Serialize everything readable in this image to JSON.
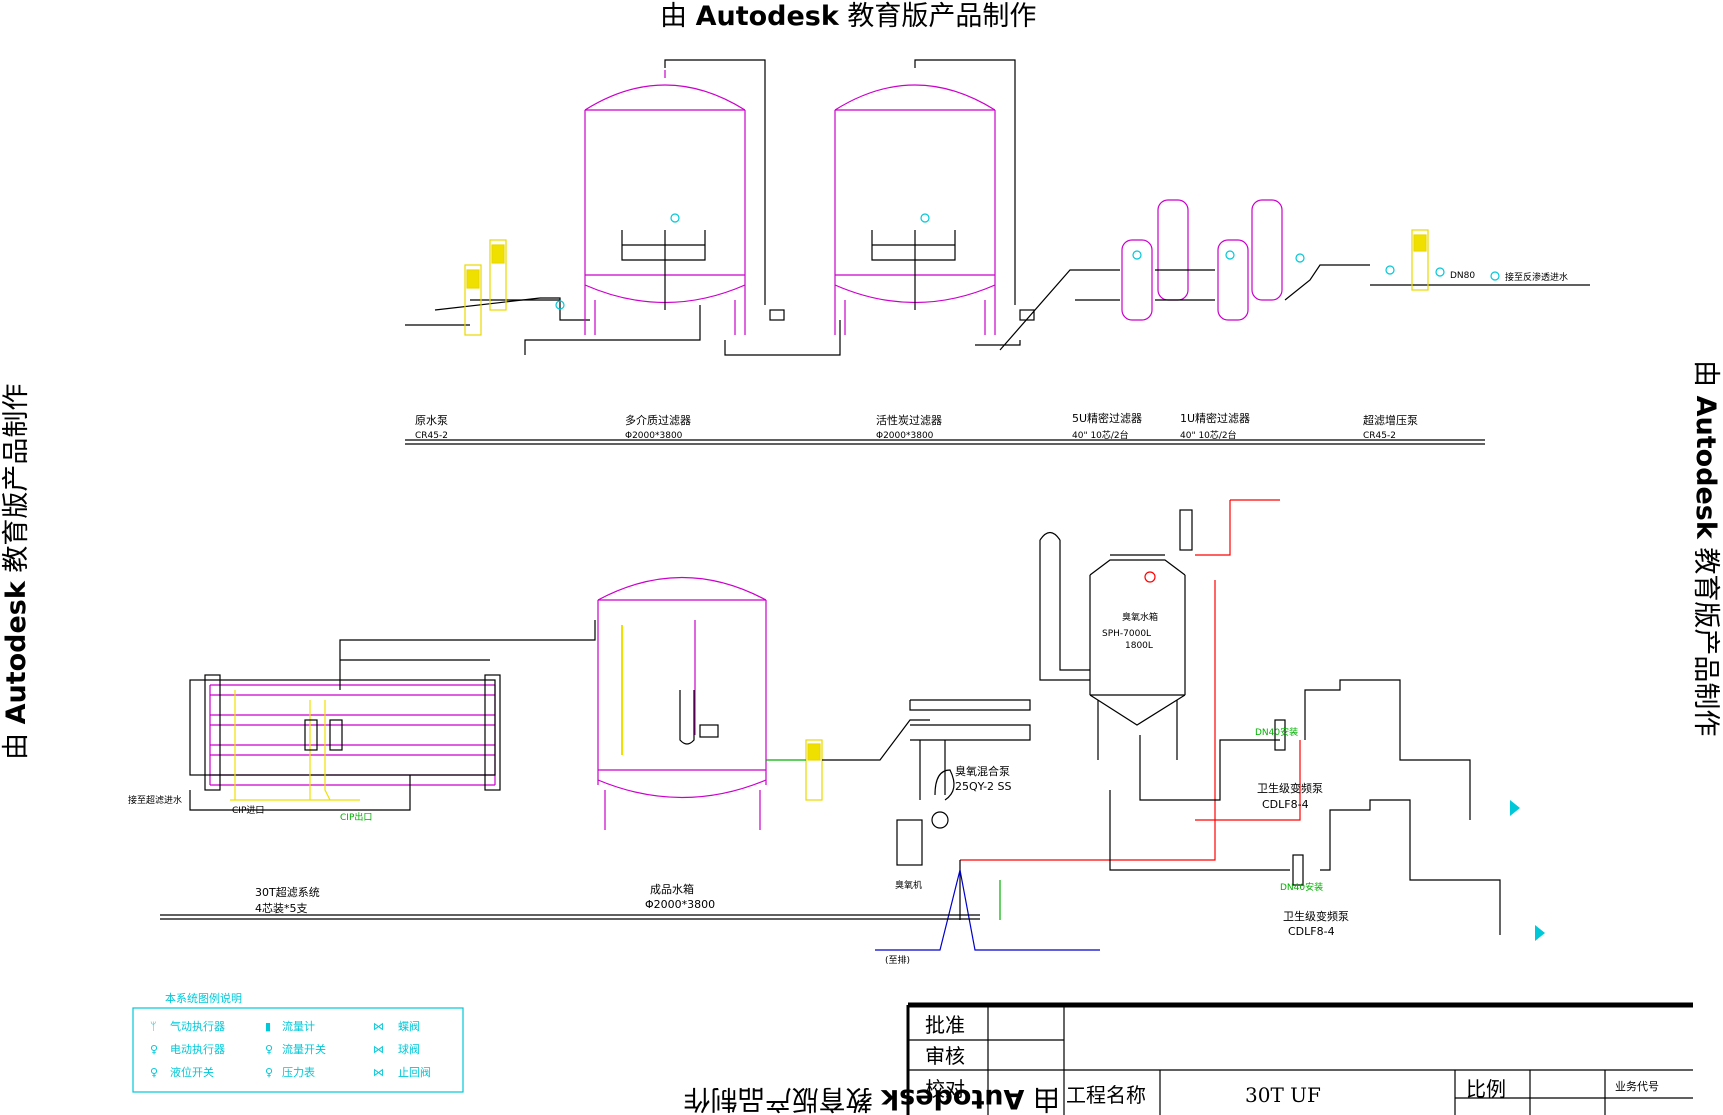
{
  "watermark": {
    "prefix": "由 ",
    "brand": "Autodesk",
    "suffix": " 教育版产品制作"
  },
  "top_row_labels": [
    {
      "name": "原水泵",
      "spec": "CR45-2"
    },
    {
      "name": "多介质过滤器",
      "spec": "Φ2000*3800"
    },
    {
      "name": "活性炭过滤器",
      "spec": "Φ2000*3800"
    },
    {
      "name": "5U精密过滤器",
      "spec": "40\" 10芯/2台"
    },
    {
      "name": "1U精密过滤器",
      "spec": "40\" 10芯/2台"
    },
    {
      "name": "超滤增压泵",
      "spec": "CR45-2"
    }
  ],
  "top_annotations": {
    "inlet_label": "接至反渗透进水",
    "dn_label": "DN80"
  },
  "bottom_labels": {
    "uf_system": {
      "name": "30T超滤系统",
      "spec": "4芯装*5支"
    },
    "product_tank": {
      "name": "成品水箱",
      "spec": "Φ2000*3800"
    },
    "ozone_pump": {
      "name": "臭氧混合泵",
      "spec": "25QY-2 SS"
    },
    "ozone_tank": {
      "name": "臭氧水箱",
      "spec1": "SPH-7000L",
      "spec2": "1800L"
    },
    "pump_a": {
      "name": "卫生级变频泵",
      "spec": "CDLF8-4",
      "dn": "DN40安装"
    },
    "pump_b": {
      "name": "卫生级变频泵",
      "spec": "CDLF8-4",
      "dn": "DN40安装"
    },
    "feed": "接至超滤进水",
    "cip_in": "CIP进口",
    "cip_out": "CIP出口",
    "ozone_gen": "臭氧机",
    "drain": "(至排)"
  },
  "legend": {
    "title": "本系统图例说明",
    "items": [
      [
        "气动执行器",
        "流量计",
        "蝶阀"
      ],
      [
        "电动执行器",
        "流量开关",
        "球阀"
      ],
      [
        "液位开关",
        "压力表",
        "止回阀"
      ]
    ]
  },
  "title_block": {
    "rows": [
      "批准",
      "审核",
      "校对"
    ],
    "project_label": "工程名称",
    "project_value": "30T UF",
    "scale_label": "比例",
    "code_label": "业务代号"
  },
  "colors": {
    "vessel": "#cc00cc",
    "pipe": "#000000",
    "instrument": "#00c8d8",
    "pump": "#f0e000",
    "hot": "#ff0000",
    "green": "#00b000",
    "blue": "#0000cc"
  }
}
